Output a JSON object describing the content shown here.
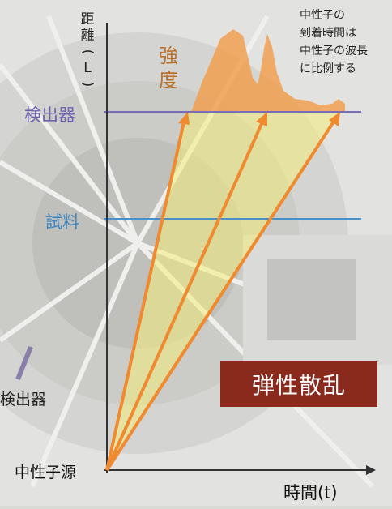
{
  "labels": {
    "distance_axis_chars": [
      "距",
      "離",
      "(",
      "L",
      ")"
    ],
    "time_axis": "時間(t)",
    "detector": "検出器",
    "sample": "試料",
    "intensity_chars": [
      "強",
      "度"
    ],
    "neutron_source": "中性子源",
    "detector_left": "検出器",
    "elastic_scattering": "弾性散乱"
  },
  "note_lines": [
    "中性子の",
    "到着時間は",
    "中性子の波長",
    "に比例する"
  ],
  "colors": {
    "detector": "#7a6cb8",
    "sample": "#4a90c8",
    "arrow": "#f08a30",
    "cone_fill": "#f2ec7a",
    "intensity": "#f0a050",
    "badge": "#8a2a1c"
  }
}
